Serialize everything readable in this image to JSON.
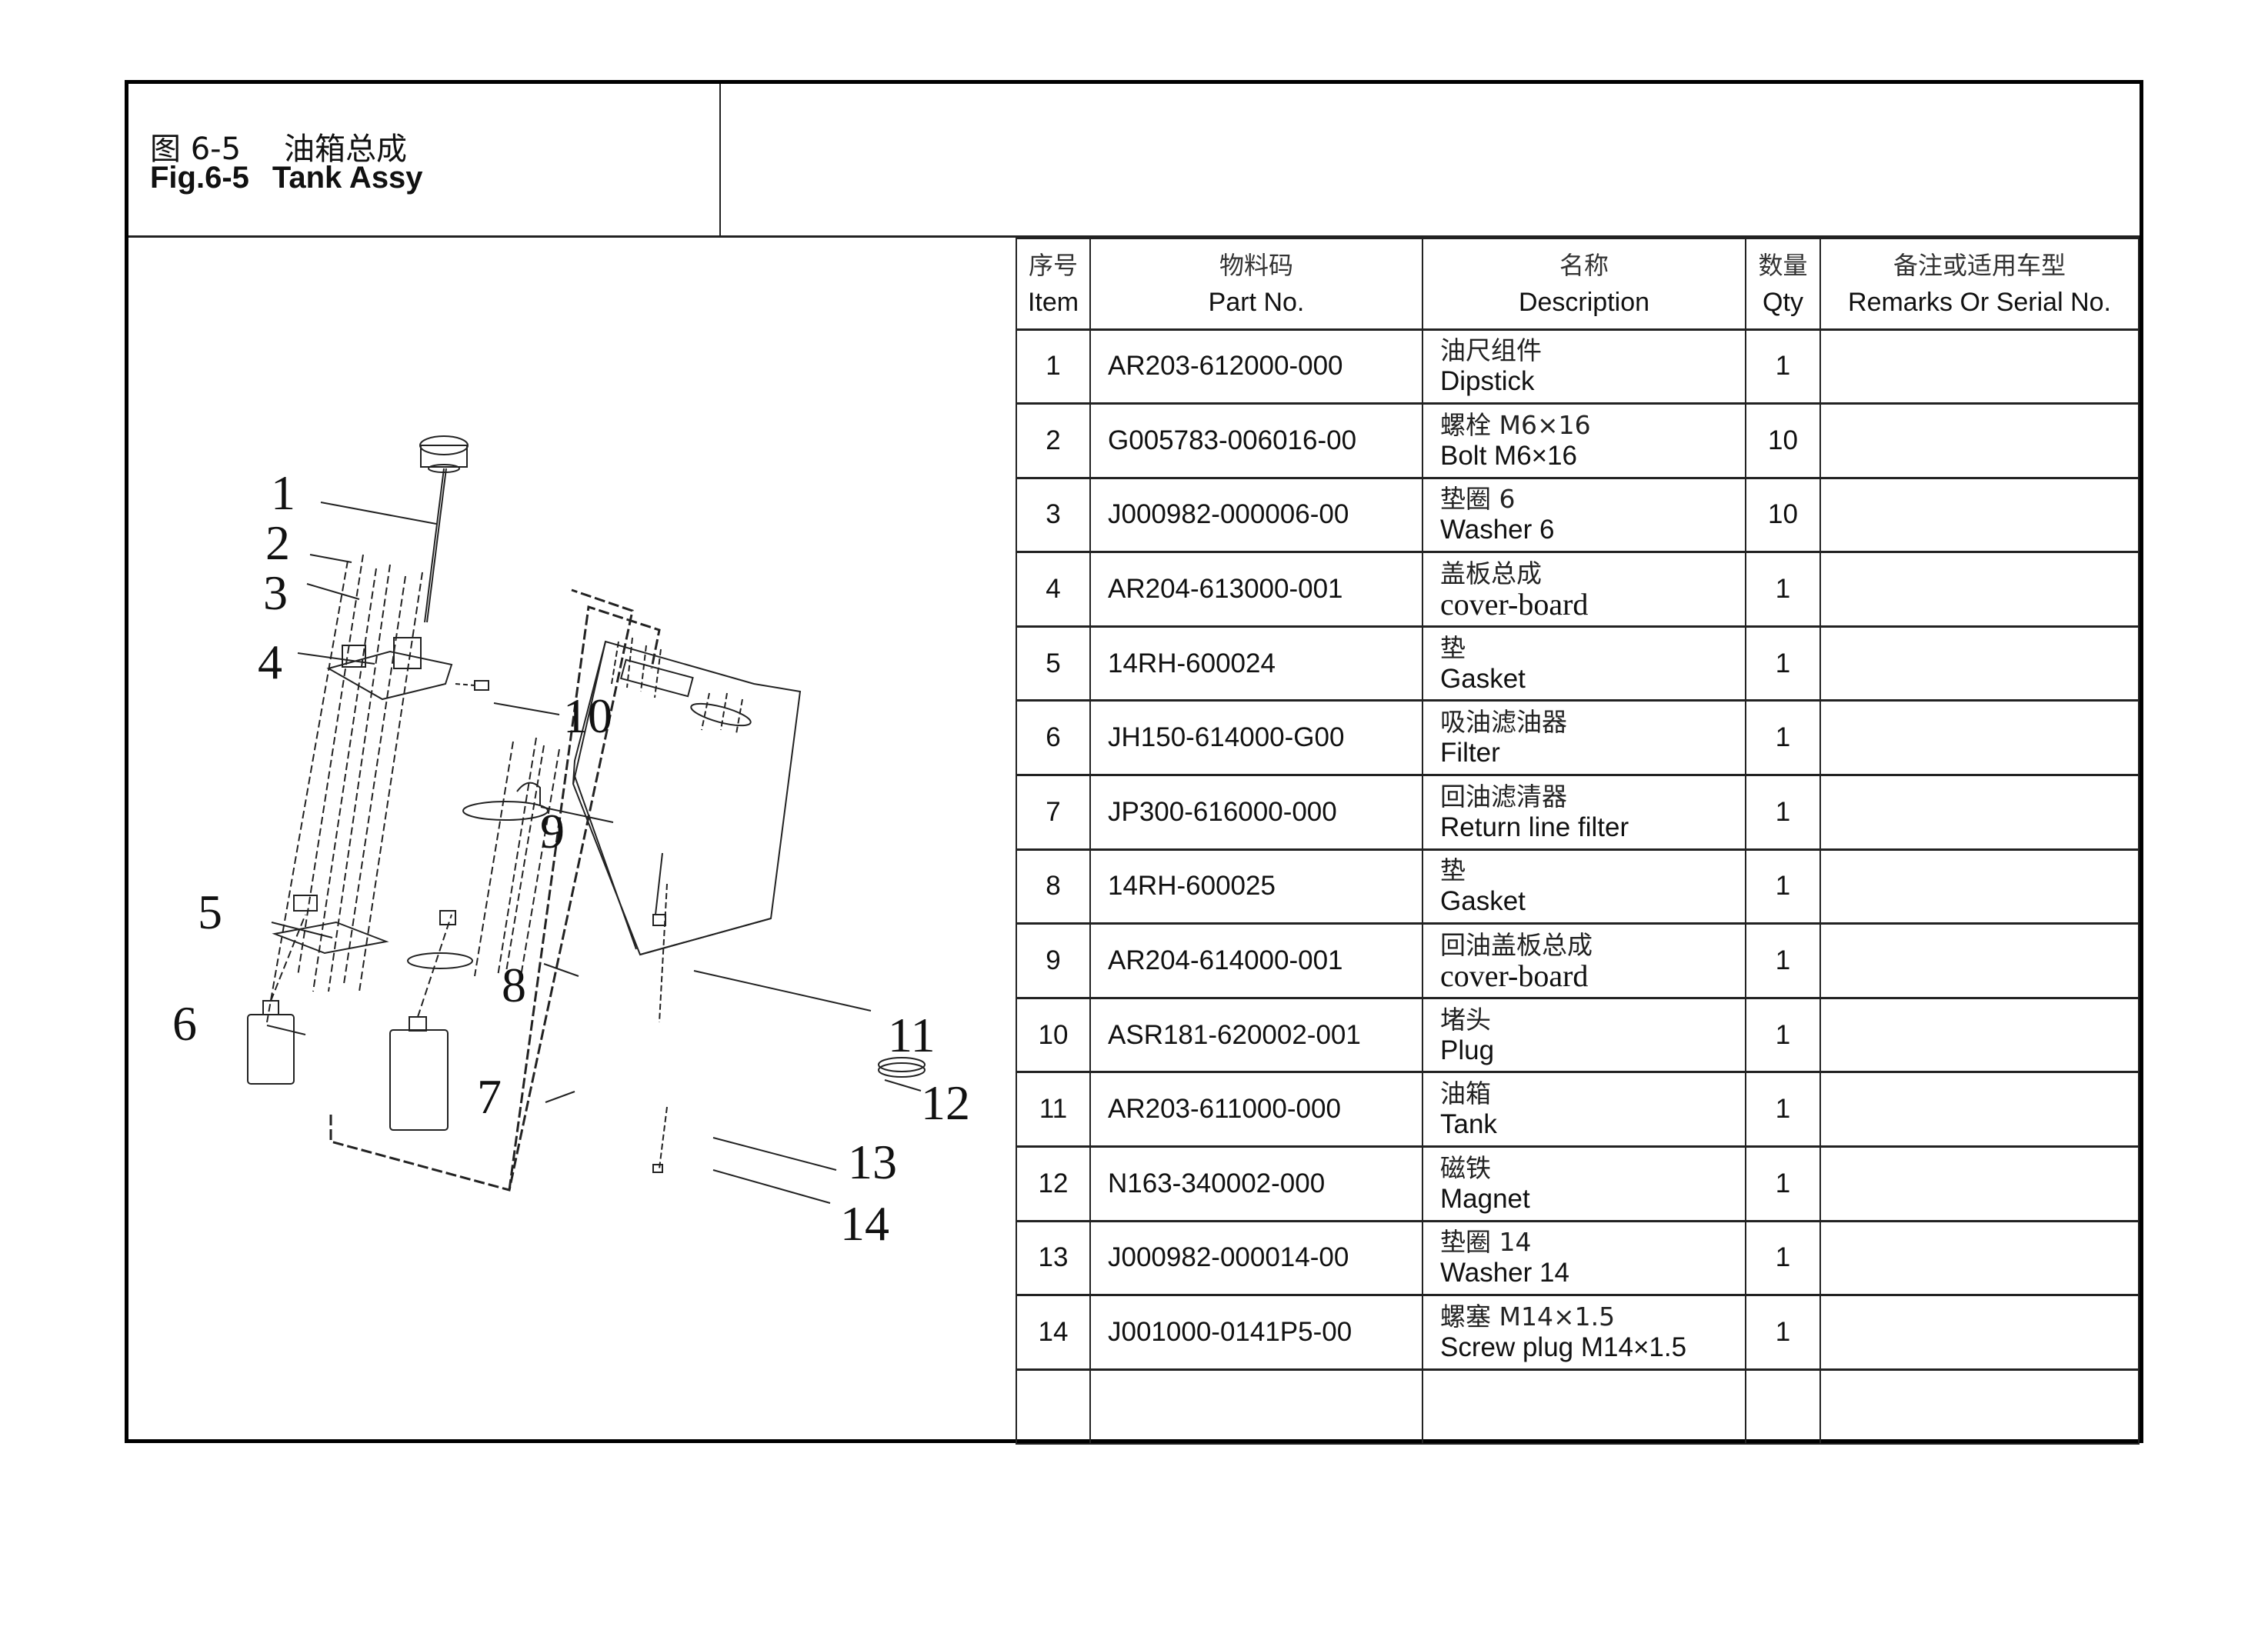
{
  "header": {
    "figure_cn": "图 6-5",
    "title_cn": "油箱总成",
    "figure_en": "Fig.6-5",
    "title_en": "Tank Assy"
  },
  "table": {
    "columns": [
      {
        "cn": "序号",
        "en": "Item"
      },
      {
        "cn": "物料码",
        "en": "Part No."
      },
      {
        "cn": "名称",
        "en": "Description"
      },
      {
        "cn": "数量",
        "en": "Qty"
      },
      {
        "cn": "备注或适用车型",
        "en": "Remarks Or Serial No."
      }
    ],
    "rows": [
      {
        "item": "1",
        "part_no": "AR203-612000-000",
        "desc_cn": "油尺组件",
        "desc_en": "Dipstick",
        "qty": "1",
        "remarks": ""
      },
      {
        "item": "2",
        "part_no": "G005783-006016-00",
        "desc_cn": "螺栓 M6×16",
        "desc_en": "Bolt M6×16",
        "qty": "10",
        "remarks": ""
      },
      {
        "item": "3",
        "part_no": "J000982-000006-00",
        "desc_cn": "垫圈 6",
        "desc_en": "Washer 6",
        "qty": "10",
        "remarks": ""
      },
      {
        "item": "4",
        "part_no": "AR204-613000-001",
        "desc_cn": "盖板总成",
        "desc_en": "cover-board",
        "qty": "1",
        "remarks": ""
      },
      {
        "item": "5",
        "part_no": "14RH-600024",
        "desc_cn": "垫",
        "desc_en": "Gasket",
        "qty": "1",
        "remarks": ""
      },
      {
        "item": "6",
        "part_no": "JH150-614000-G00",
        "desc_cn": "吸油滤油器",
        "desc_en": "Filter",
        "qty": "1",
        "remarks": ""
      },
      {
        "item": "7",
        "part_no": "JP300-616000-000",
        "desc_cn": "回油滤清器",
        "desc_en": "Return line filter",
        "qty": "1",
        "remarks": ""
      },
      {
        "item": "8",
        "part_no": "14RH-600025",
        "desc_cn": "垫",
        "desc_en": "Gasket",
        "qty": "1",
        "remarks": ""
      },
      {
        "item": "9",
        "part_no": "AR204-614000-001",
        "desc_cn": "回油盖板总成",
        "desc_en": "cover-board",
        "qty": "1",
        "remarks": ""
      },
      {
        "item": "10",
        "part_no": "ASR181-620002-001",
        "desc_cn": "堵头",
        "desc_en": "Plug",
        "qty": "1",
        "remarks": ""
      },
      {
        "item": "11",
        "part_no": "AR203-611000-000",
        "desc_cn": "油箱",
        "desc_en": "Tank",
        "qty": "1",
        "remarks": ""
      },
      {
        "item": "12",
        "part_no": "N163-340002-000",
        "desc_cn": "磁铁",
        "desc_en": "Magnet",
        "qty": "1",
        "remarks": ""
      },
      {
        "item": "13",
        "part_no": "J000982-000014-00",
        "desc_cn": "垫圈 14",
        "desc_en": "Washer 14",
        "qty": "1",
        "remarks": ""
      },
      {
        "item": "14",
        "part_no": "J001000-0141P5-00",
        "desc_cn": "螺塞 M14×1.5",
        "desc_en": "Screw plug M14×1.5",
        "qty": "1",
        "remarks": ""
      },
      {
        "item": "",
        "part_no": "",
        "desc_cn": "",
        "desc_en": "",
        "qty": "",
        "remarks": ""
      }
    ]
  },
  "diagram": {
    "callouts": [
      "1",
      "2",
      "3",
      "4",
      "5",
      "6",
      "7",
      "8",
      "9",
      "10",
      "11",
      "12",
      "13",
      "14"
    ]
  }
}
